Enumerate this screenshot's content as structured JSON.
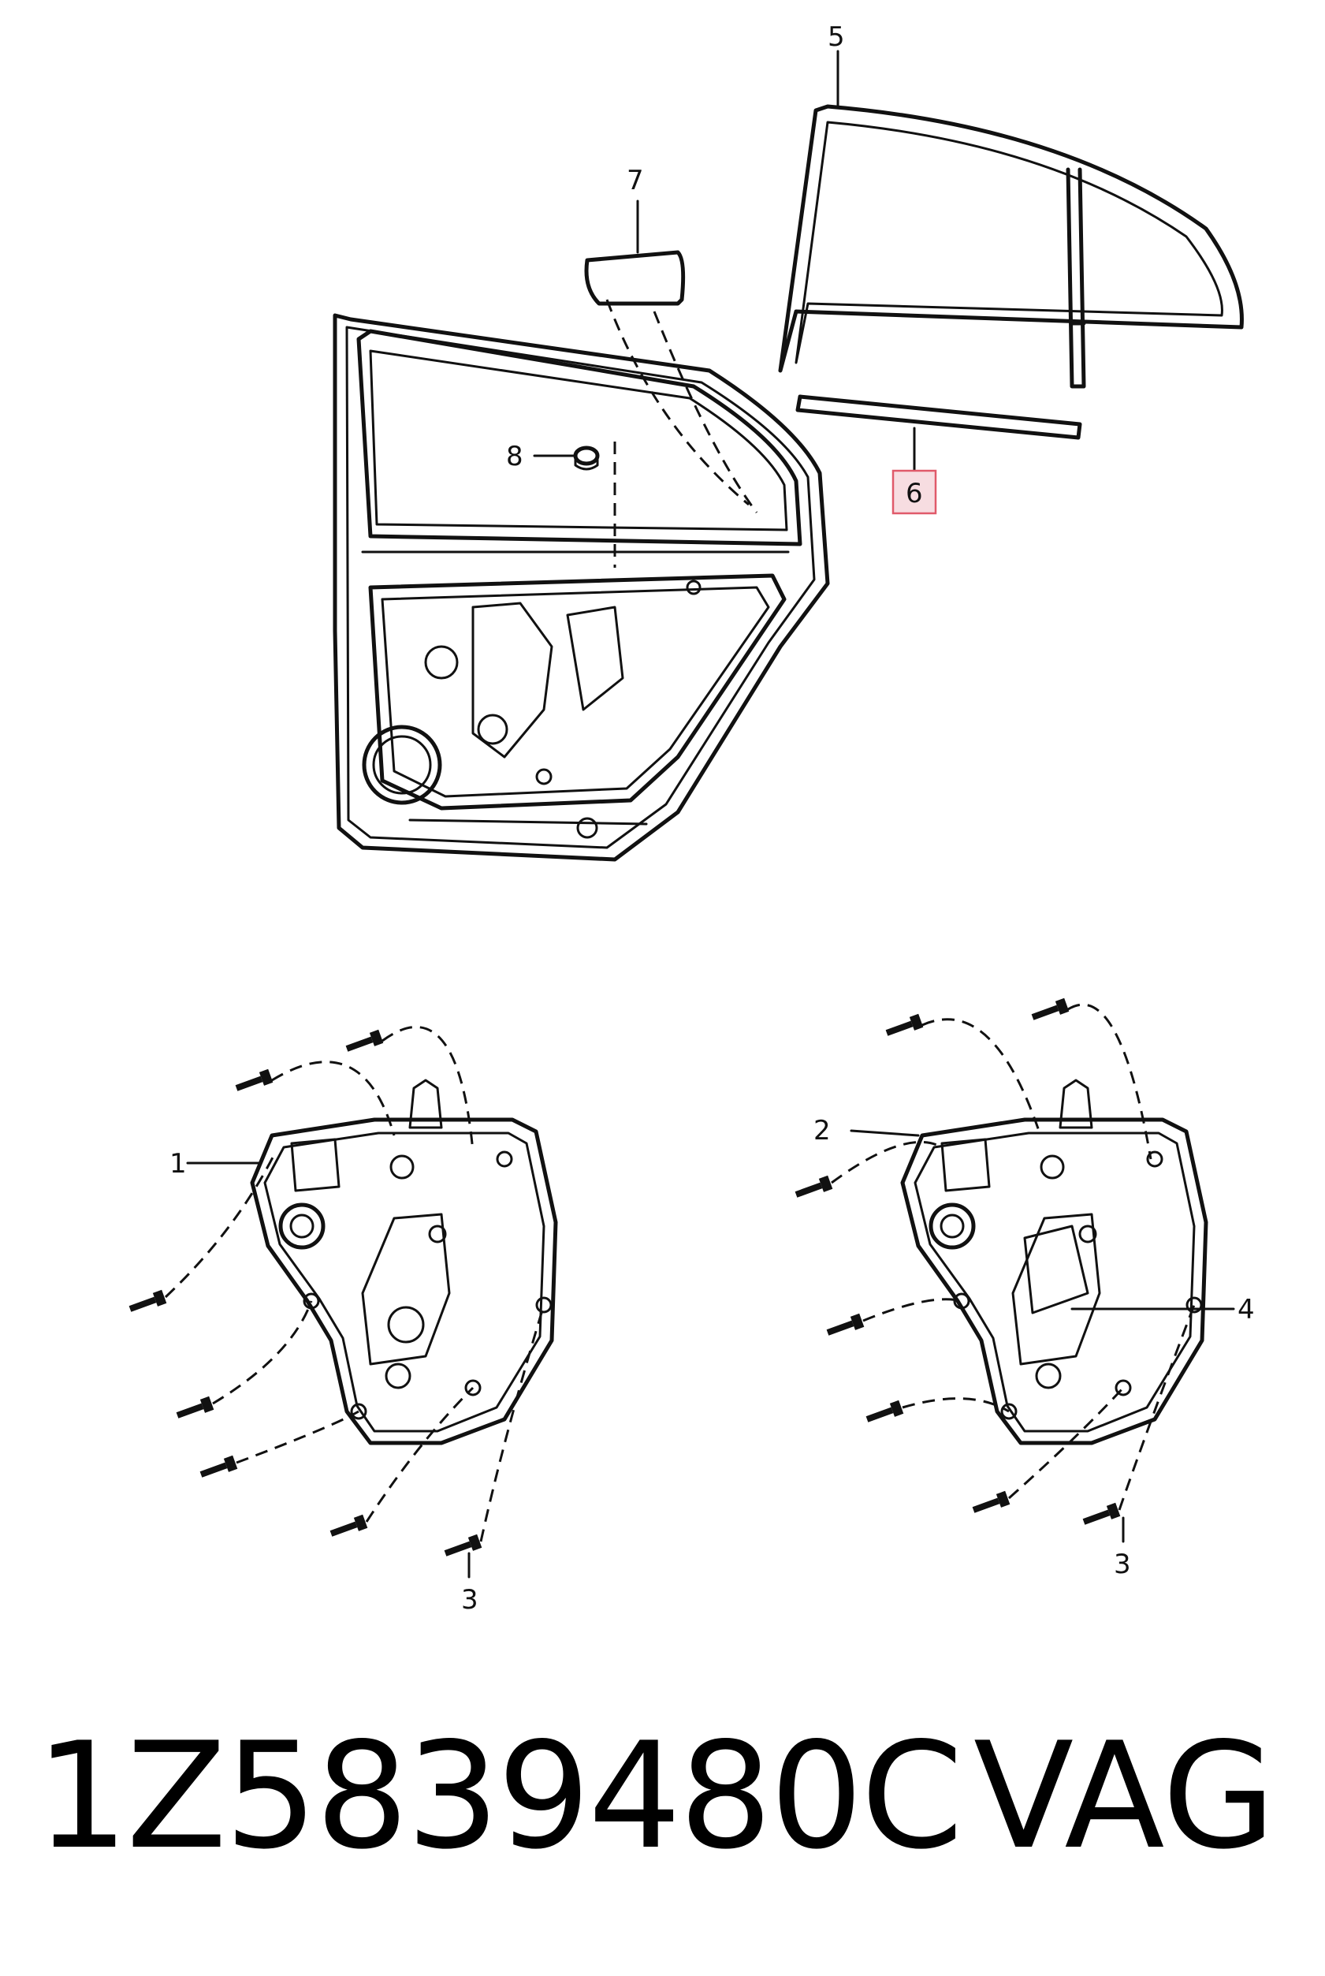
{
  "callouts": {
    "c1": "1",
    "c2": "2",
    "c3a": "3",
    "c3b": "3",
    "c4": "4",
    "c5": "5",
    "c6": "6",
    "c7": "7",
    "c8": "8"
  },
  "highlight_color": "#e05a6a",
  "footer": {
    "part_number": "1Z5839480C",
    "brand": "VAG"
  }
}
